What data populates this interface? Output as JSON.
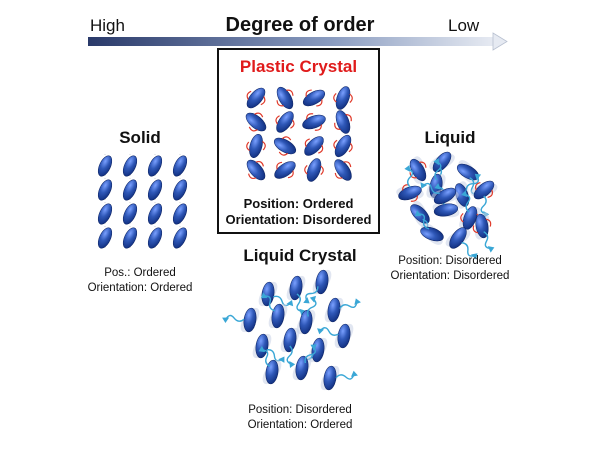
{
  "axis": {
    "high": "High",
    "title": "Degree of order",
    "low": "Low"
  },
  "panels": {
    "plastic_crystal": {
      "title": "Plastic Crystal",
      "line1": "Position: Ordered",
      "line2": "Orientation: Disordered"
    },
    "solid": {
      "title": "Solid",
      "line1": "Pos.: Ordered",
      "line2": "Orientation: Ordered"
    },
    "liquid": {
      "title": "Liquid",
      "line1": "Position: Disordered",
      "line2": "Orientation: Disordered"
    },
    "liquid_crystal": {
      "title": "Liquid Crystal",
      "line1": "Position: Disordered",
      "line2": "Orientation: Ordered"
    }
  },
  "colors": {
    "molecule": "#2f58b8",
    "rotation_arrow": "#e03a2a",
    "motion_arrow": "#3aa7d6",
    "accent_title": "#e01b1b"
  }
}
